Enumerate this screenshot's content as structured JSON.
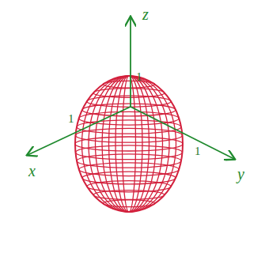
{
  "diagram": {
    "labels": [
      "z",
      "1",
      "1",
      "1",
      "x",
      "y"
    ]
  }
}
